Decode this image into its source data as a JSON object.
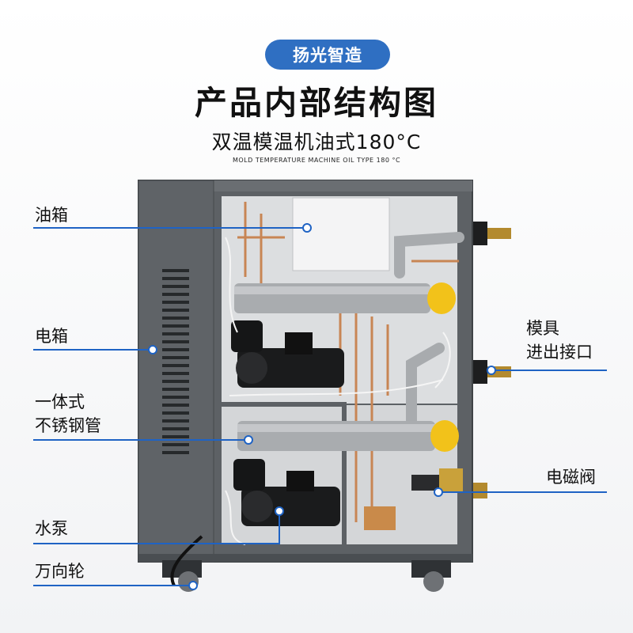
{
  "header": {
    "brand": "扬光智造",
    "title": "产品内部结构图",
    "subtitle": "双温模温机油式180°C",
    "subtitle_en": "MOLD TEMPERATURE MACHINE OIL TYPE 180 °C"
  },
  "callouts": {
    "oil_tank": "油箱",
    "electric_box": "电箱",
    "steel_pipe_line1": "一体式",
    "steel_pipe_line2": "不锈钢管",
    "water_pump": "水泵",
    "caster": "万向轮",
    "mold_port_line1": "模具",
    "mold_port_line2": "进出接口",
    "solenoid_valve": "电磁阀"
  },
  "colors": {
    "accent": "#1f63c4",
    "brand_pill": "#2f6fc2",
    "cabinet": "#5d6165"
  }
}
